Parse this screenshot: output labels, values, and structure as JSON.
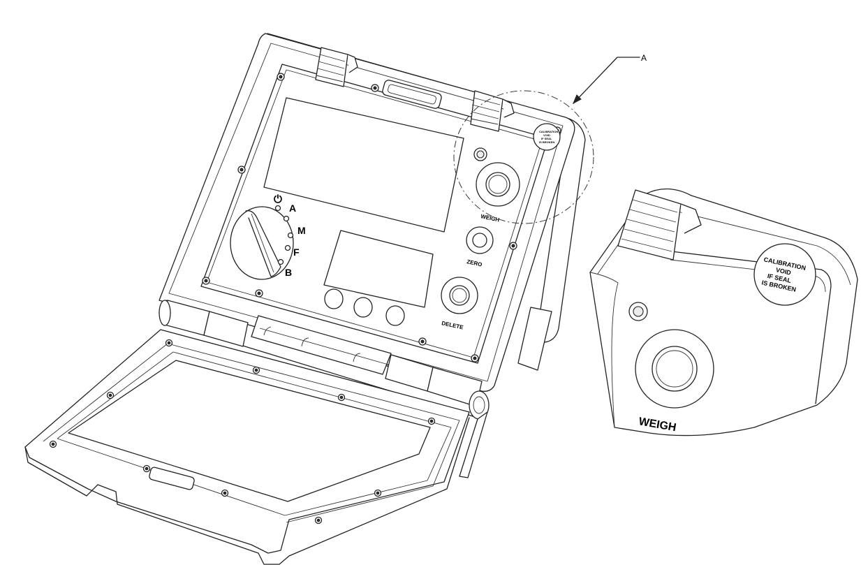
{
  "callout": {
    "label": "A"
  },
  "dial": {
    "power_symbol": "⏻",
    "positions": [
      "A",
      "M",
      "F",
      "B"
    ]
  },
  "buttons": {
    "weigh": "WEIGH",
    "zero": "ZERO",
    "delete": "DELETE"
  },
  "seal_sticker": {
    "lines": [
      "CALIBRATION",
      "VOID",
      "IF SEAL",
      "IS BROKEN"
    ]
  },
  "detail_view": {
    "weigh_label": "WEIGH"
  }
}
